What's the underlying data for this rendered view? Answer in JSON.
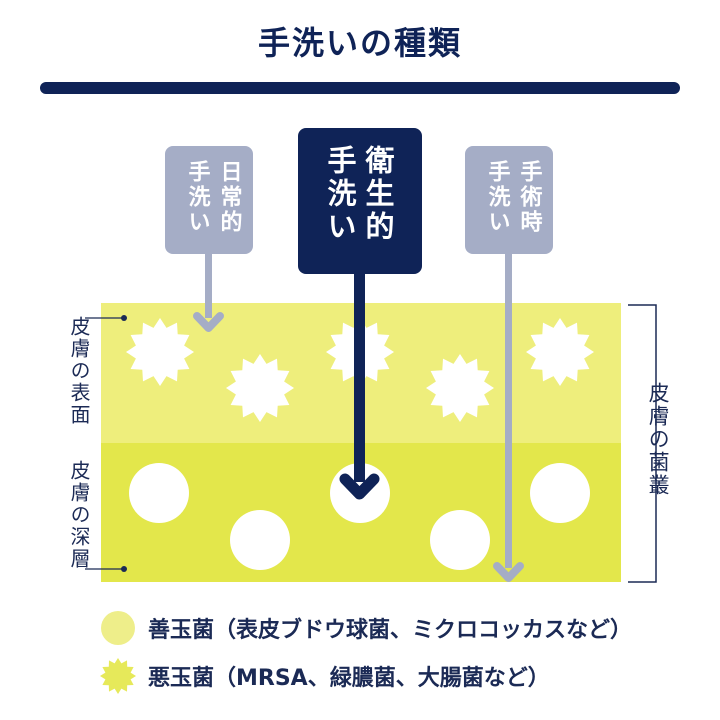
{
  "title": "手洗いの種類",
  "colors": {
    "navy": "#0f2357",
    "gray_blue": "#a5adc6",
    "skin_surface": "#eeee7c",
    "skin_deep": "#e3e74b",
    "legend_good": "#eeee8a",
    "legend_bad": "#e6e95a"
  },
  "arrows": [
    {
      "label_lines": [
        "日常的",
        "手洗い"
      ],
      "style": "gray"
    },
    {
      "label_lines": [
        "衛生的",
        "手洗い"
      ],
      "style": "navy"
    },
    {
      "label_lines": [
        "手術時",
        "手洗い"
      ],
      "style": "gray"
    }
  ],
  "layers": {
    "surface_label": "皮膚の表面",
    "deep_label": "皮膚の深層",
    "flora_label": "皮膚の菌叢"
  },
  "legend": {
    "good": {
      "icon": "circle-icon",
      "text": "善玉菌（表皮ブドウ球菌、ミクロコッカスなど）"
    },
    "bad": {
      "icon": "starburst-icon",
      "text": "悪玉菌（MRSA、緑膿菌、大腸菌など）"
    }
  }
}
